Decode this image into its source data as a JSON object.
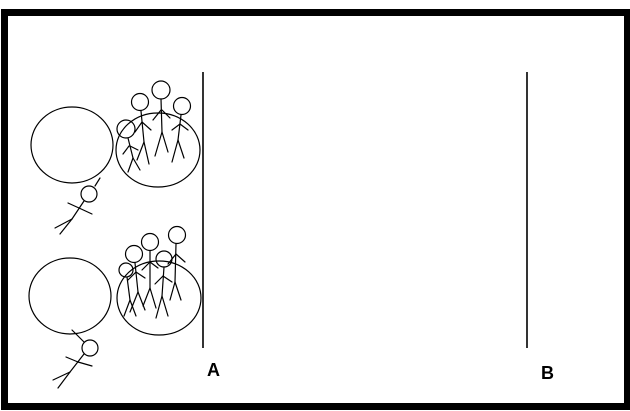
{
  "diagram": {
    "labels": {
      "line_a": "A",
      "line_b": "B"
    },
    "colors": {
      "ink": "#000000",
      "background": "#ffffff"
    },
    "groups": [
      {
        "name": "upper-group",
        "crowd_count": 4,
        "lone_figure_count": 1
      },
      {
        "name": "lower-group",
        "crowd_count": 5,
        "lone_figure_count": 1
      }
    ]
  }
}
